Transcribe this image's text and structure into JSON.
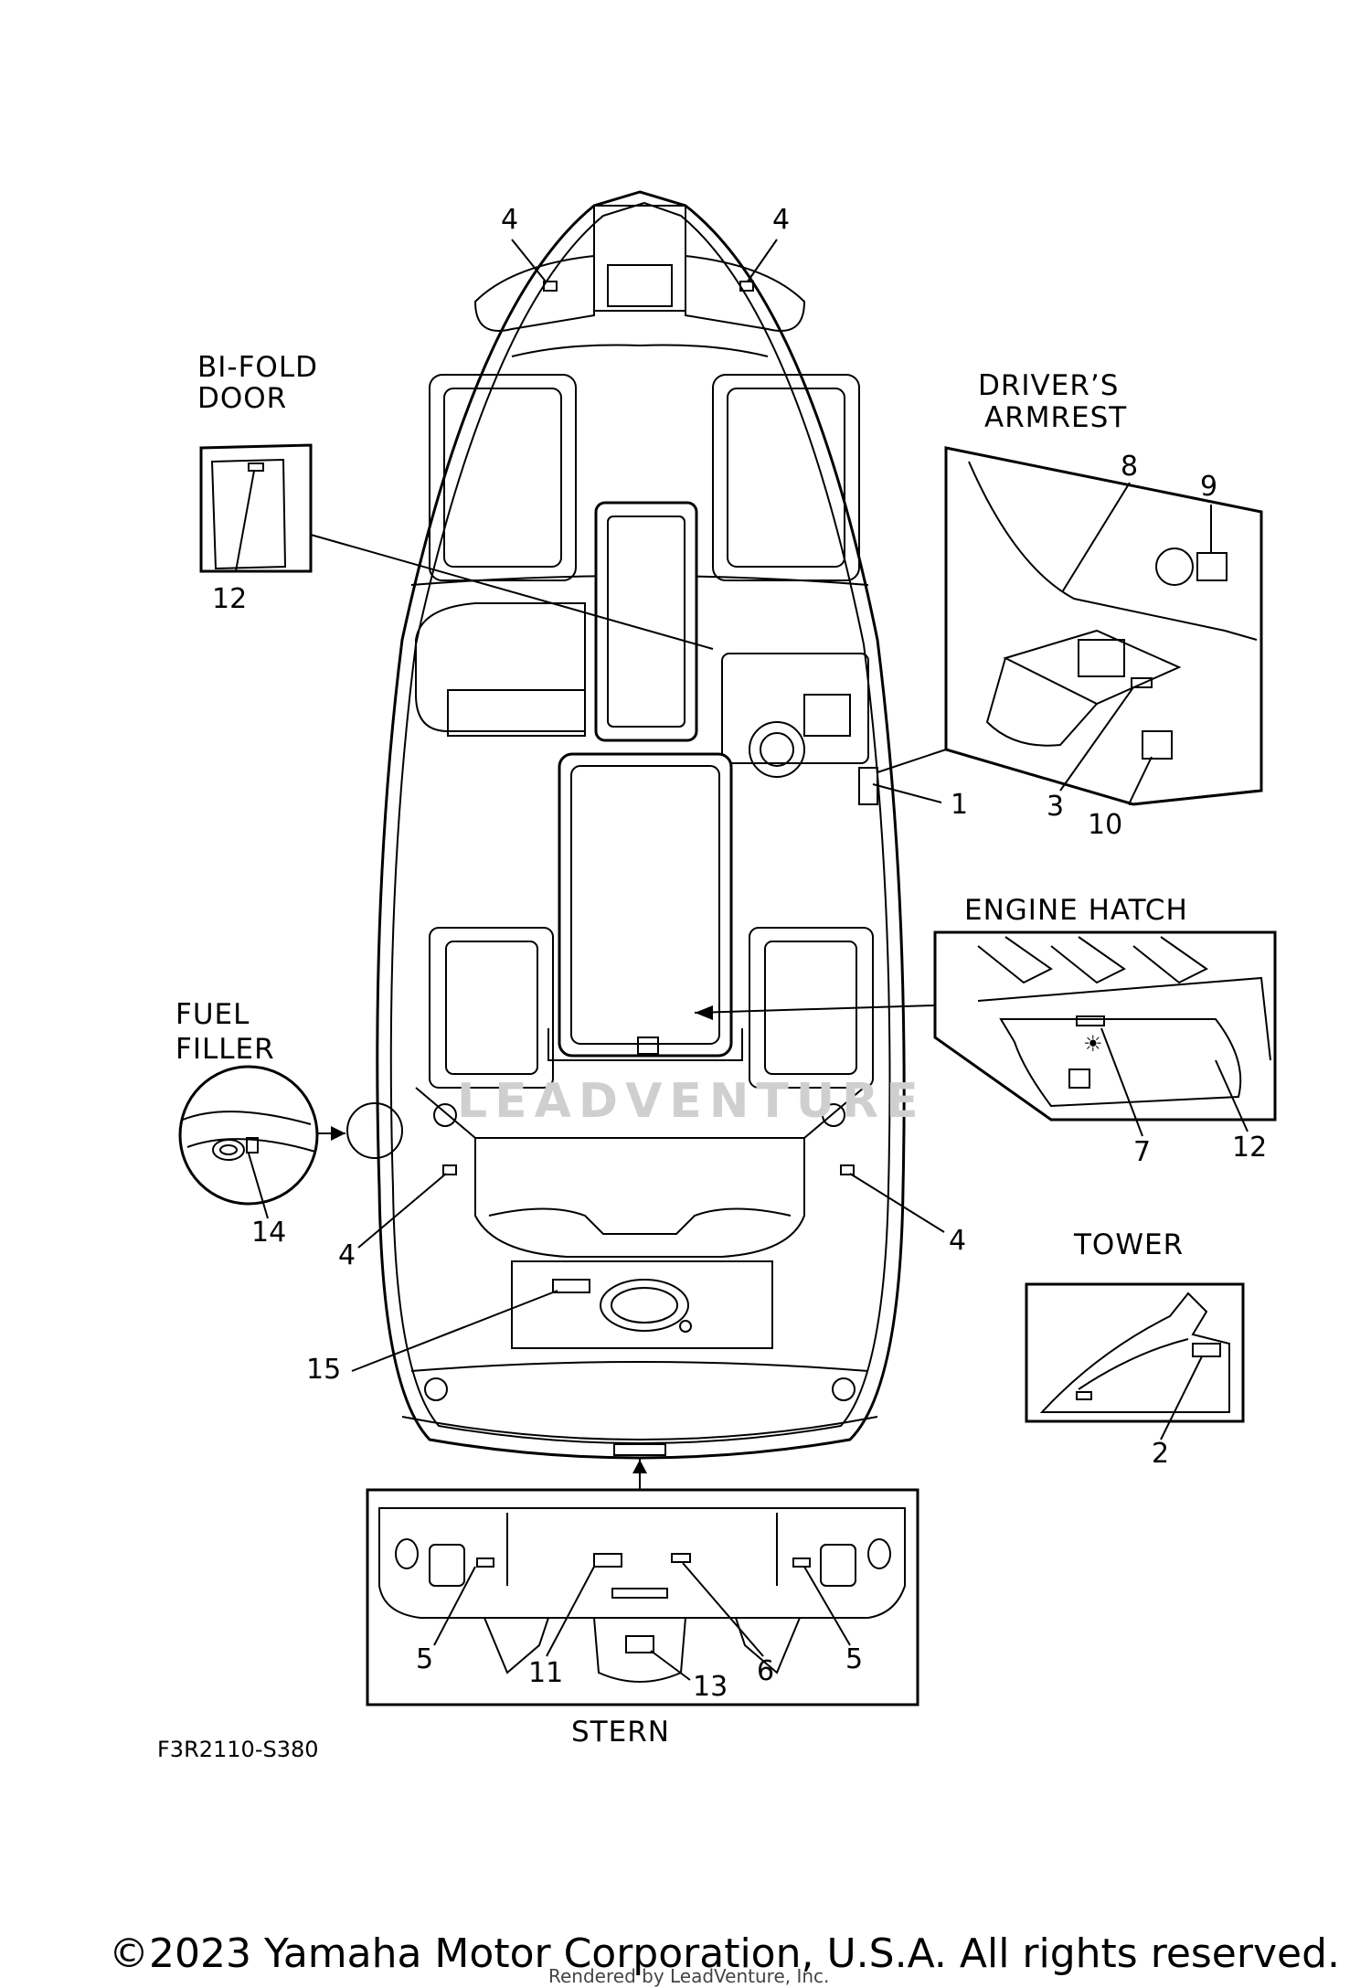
{
  "titles": {
    "bifold": [
      "BI-FOLD",
      "DOOR"
    ],
    "armrest": [
      "DRIVER’S",
      "ARMREST"
    ],
    "engine_hatch": "ENGINE HATCH",
    "fuel": [
      "FUEL",
      "FILLER"
    ],
    "tower": "TOWER",
    "stern": "STERN"
  },
  "callouts": {
    "bow_left_4": "4",
    "bow_right_4": "4",
    "bifold_12": "12",
    "armrest_8": "8",
    "armrest_9": "9",
    "armrest_3": "3",
    "armrest_10": "10",
    "main_1": "1",
    "hatch_7": "7",
    "hatch_12": "12",
    "fuel_14": "14",
    "aft_left_4": "4",
    "aft_right_4": "4",
    "tower_2": "2",
    "main_15": "15",
    "stern_5_left": "5",
    "stern_11": "11",
    "stern_13": "13",
    "stern_6": "6",
    "stern_5_right": "5"
  },
  "figure_code": "F3R2110-S380",
  "watermark": "LEADVENTURE",
  "copyright": "©2023 Yamaha Motor Corporation, U.S.A. All rights reserved.",
  "rendered_by": "Rendered by LeadVenture, Inc."
}
